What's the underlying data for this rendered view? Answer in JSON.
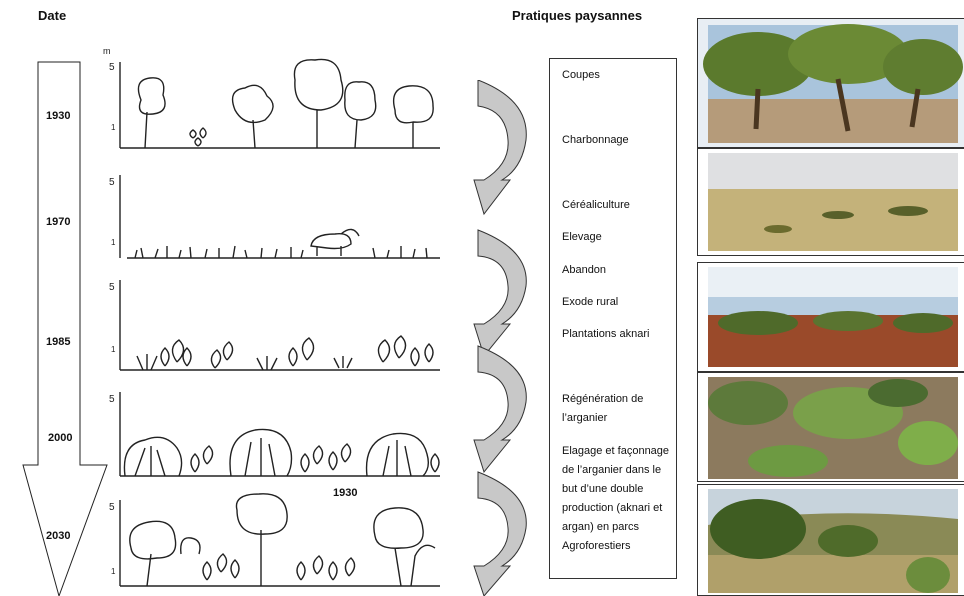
{
  "headers": {
    "date": "Date",
    "practices": "Pratiques paysannes"
  },
  "axis": {
    "unit": "m",
    "tick_high": "5",
    "tick_low": "1"
  },
  "years": [
    "1930",
    "1970",
    "1985",
    "2000",
    "2030"
  ],
  "inline_label": "1930",
  "practices": [
    "Coupes",
    "Charbonnage",
    "Céréaliculture",
    "Elevage",
    "Abandon",
    "Exode rural",
    "Plantations aknari",
    "Régénération de l’arganier",
    "Elagage et façonnage de l’arganier dans le but d’une double production (aknari et argan) en parcs Agroforestiers"
  ],
  "colors": {
    "arrow_fill": "#c8c8c8",
    "line": "#222222"
  },
  "photos": [
    {
      "name": "argan-woodland-photo"
    },
    {
      "name": "steppe-plain-photo"
    },
    {
      "name": "cactus-plantation-photo"
    },
    {
      "name": "regeneration-photo"
    },
    {
      "name": "agroforestry-park-photo"
    }
  ]
}
